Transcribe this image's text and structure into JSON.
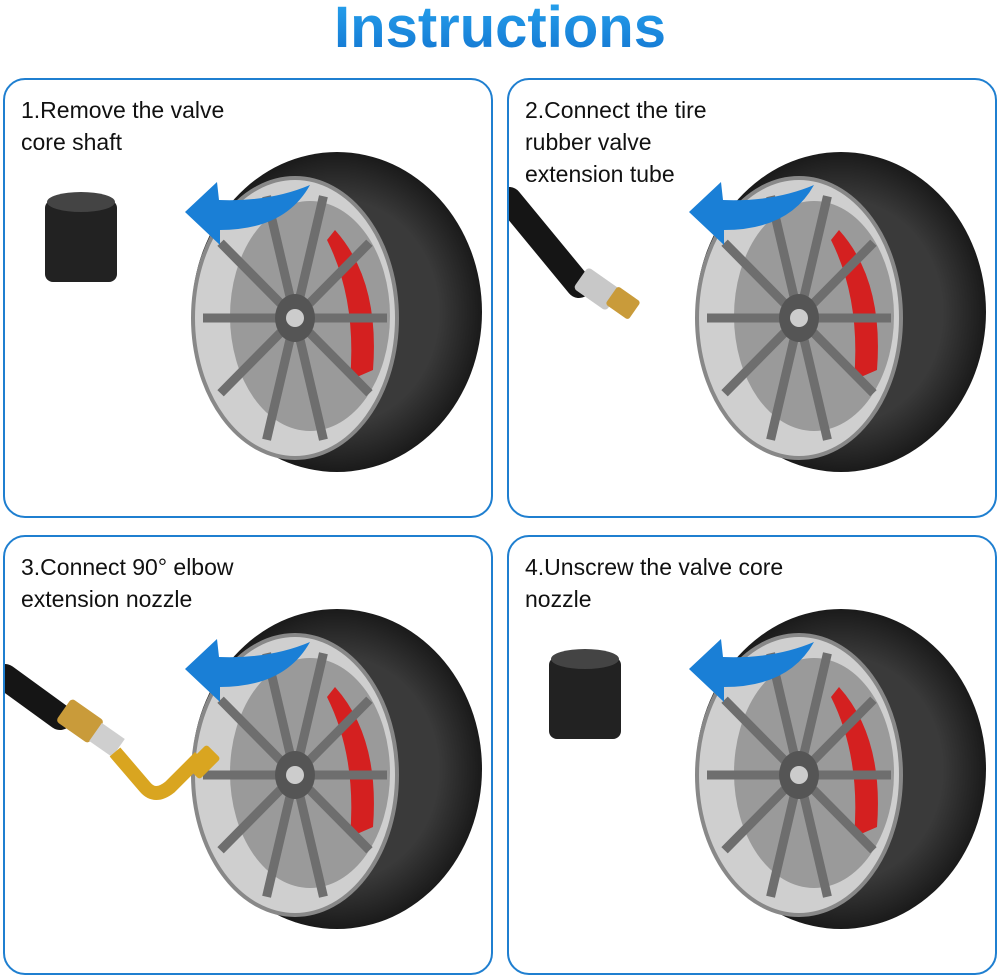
{
  "title": "Instructions",
  "steps": [
    {
      "caption_lines": [
        "1.Remove the valve",
        "core shaft"
      ],
      "accessory": "valve-cap"
    },
    {
      "caption_lines": [
        "2.Connect the tire",
        "rubber valve",
        "extension tube"
      ],
      "accessory": "extension-hose"
    },
    {
      "caption_lines": [
        "3.Connect 90° elbow",
        "extension nozzle"
      ],
      "accessory": "elbow-nozzle"
    },
    {
      "caption_lines": [
        "4.Unscrew the valve core",
        "nozzle"
      ],
      "accessory": "valve-cap"
    }
  ],
  "colors": {
    "accent": "#1f7fd0",
    "arrow": "#1a7fd6",
    "caliper": "#d42020"
  }
}
